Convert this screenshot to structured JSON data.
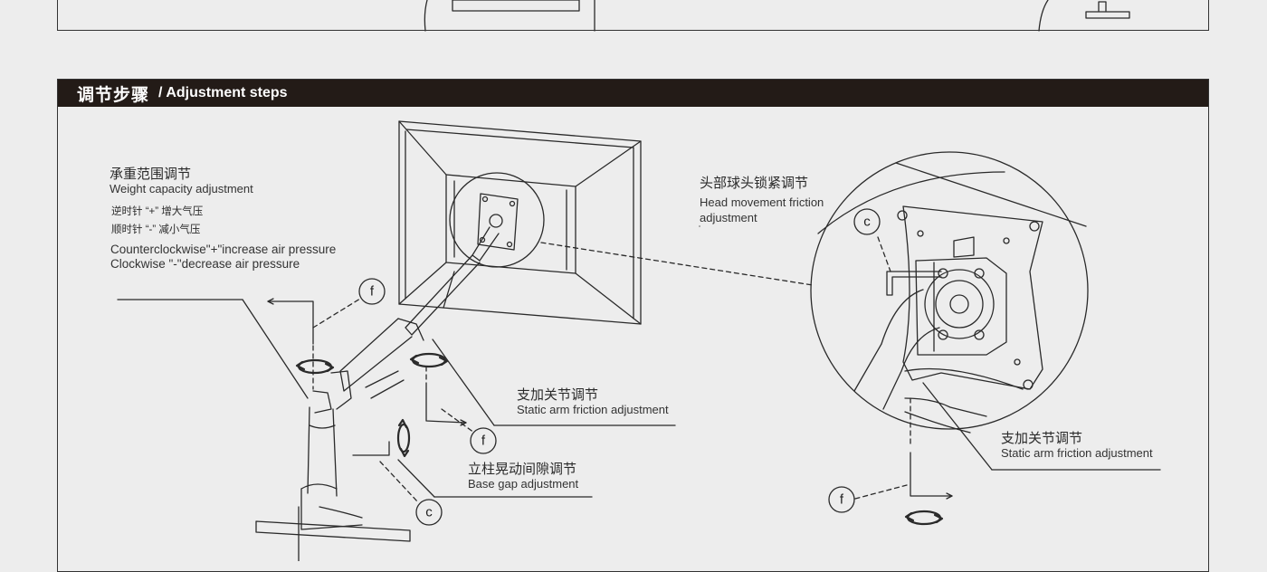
{
  "header": {
    "title_zh": "调节步骤",
    "title_en": "/ Adjustment steps"
  },
  "weight": {
    "title_zh": "承重范围调节",
    "title_en": "Weight capacity adjustment",
    "ccw_zh": "逆时针 “+” 增大气压",
    "cw_zh": "顺时针 “-” 减小气压",
    "ccw_en": "Counterclockwise\"+\"increase air pressure",
    "cw_en": "Clockwise \"-\"decrease air pressure"
  },
  "static_arm": {
    "title_zh": "支加关节调节",
    "title_en": "Static arm friction adjustment"
  },
  "base_gap": {
    "title_zh": "立柱晃动间隙调节",
    "title_en": "Base gap adjustment"
  },
  "head": {
    "title_zh": "头部球头锁紧调节",
    "title_en_line1": "Head movement friction",
    "title_en_line2": "adjustment"
  },
  "static_arm_detail": {
    "title_zh": "支加关节调节",
    "title_en": "Static arm friction adjustment"
  },
  "tool_markers": {
    "f": "f",
    "c": "c"
  }
}
